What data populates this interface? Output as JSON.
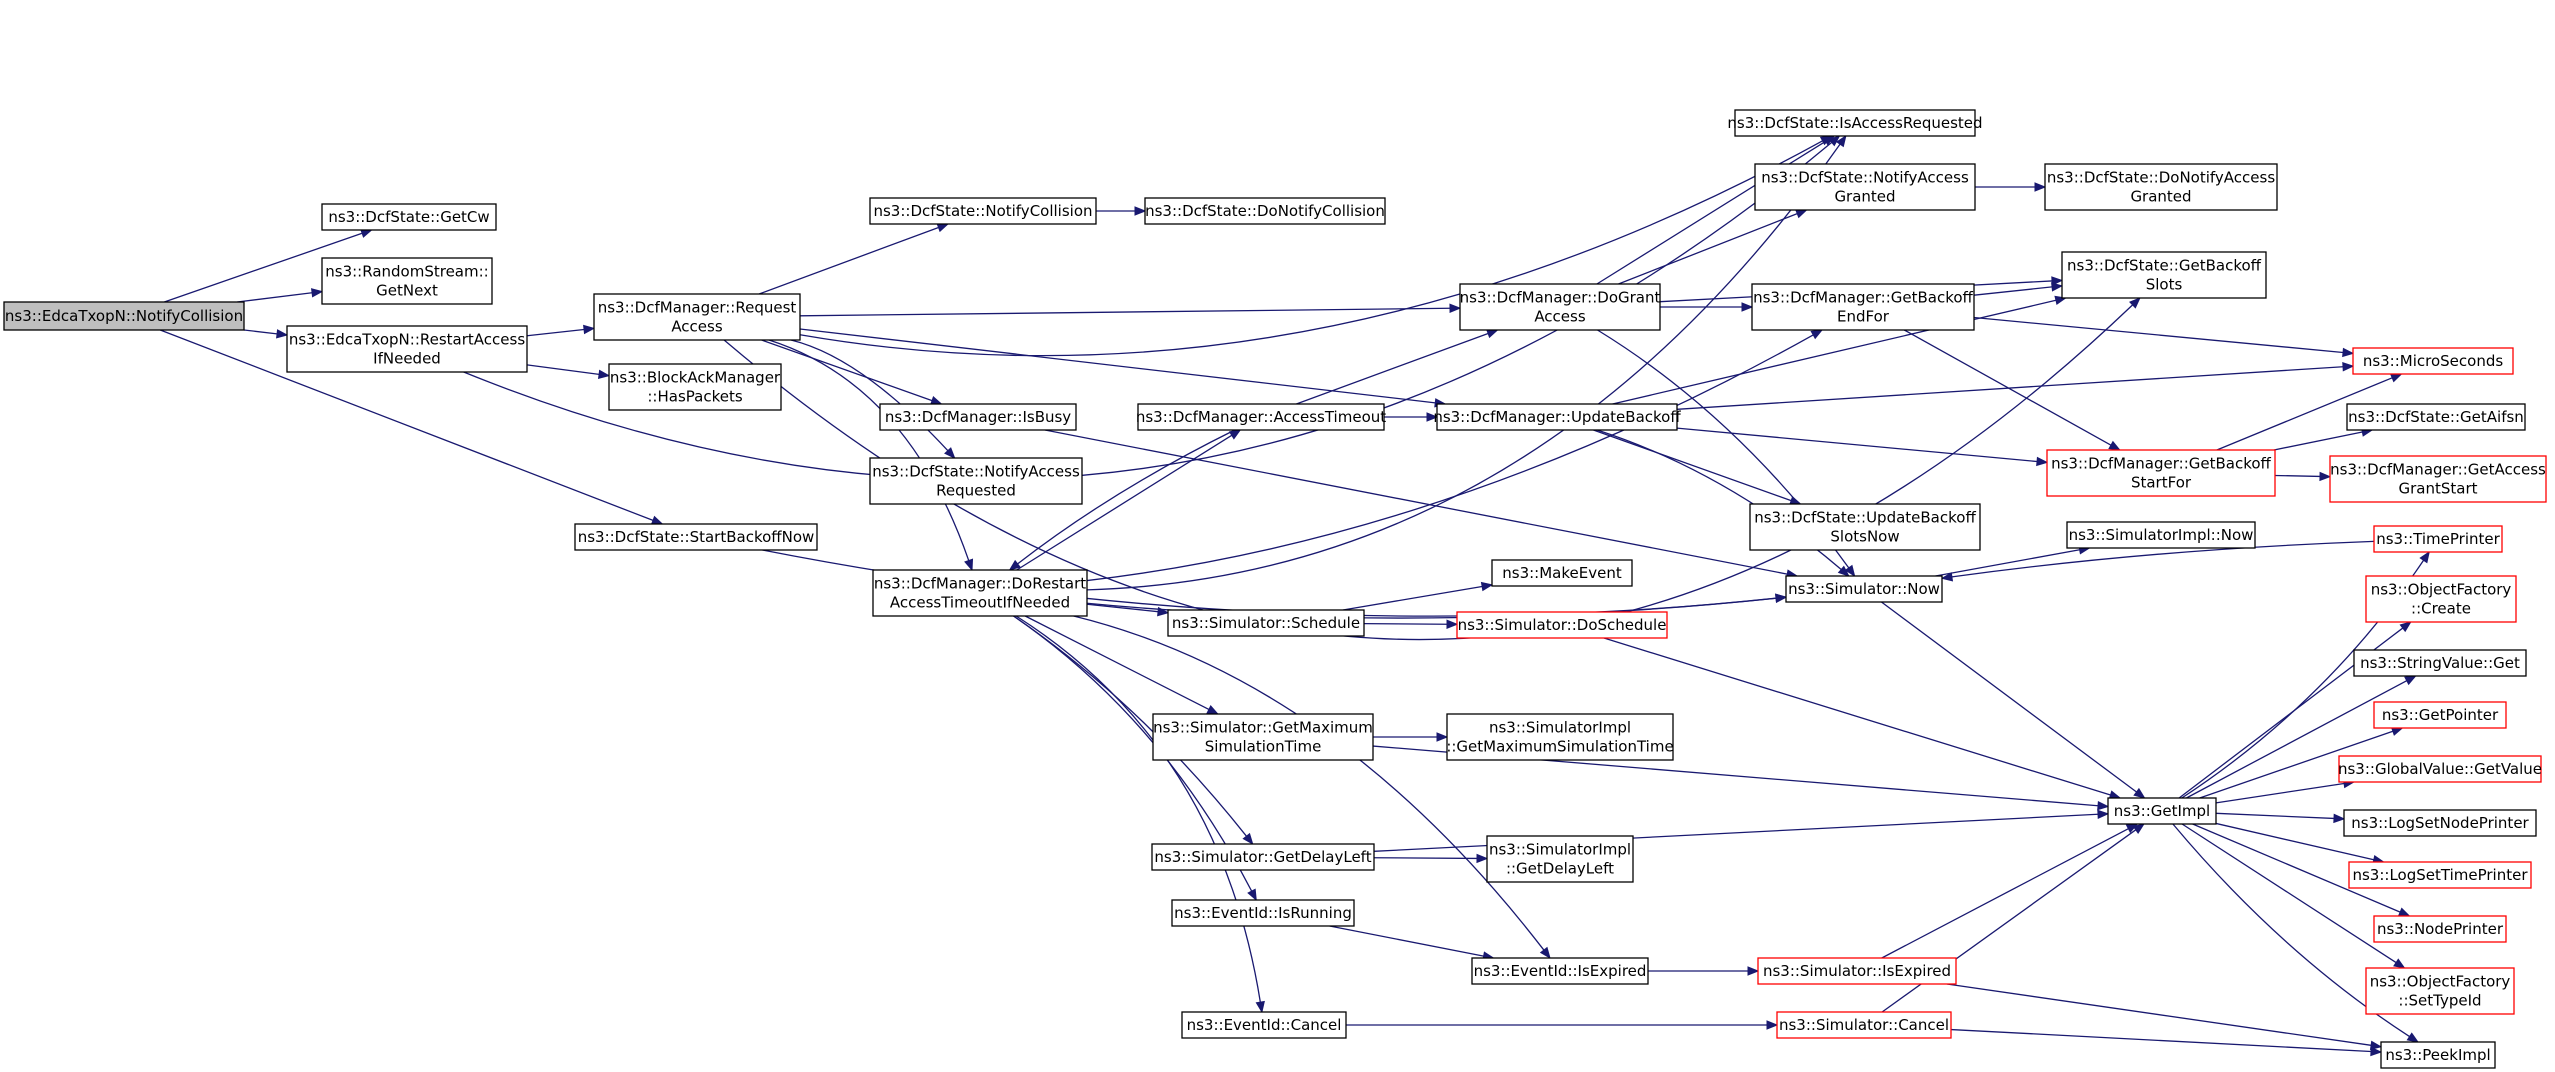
{
  "diagram": {
    "type": "call-graph",
    "colors": {
      "edge": "#191970",
      "root_fill": "#bfbfbf",
      "border": "#000000",
      "external_border": "#ff0000"
    },
    "nodes": [
      {
        "id": "root",
        "lines": [
          "ns3::EdcaTxopN::NotifyCollision"
        ],
        "root": true
      },
      {
        "id": "getcw",
        "lines": [
          "ns3::DcfState::GetCw"
        ]
      },
      {
        "id": "rsgetnext",
        "lines": [
          "ns3::RandomStream::",
          "GetNext"
        ]
      },
      {
        "id": "restart",
        "lines": [
          "ns3::EdcaTxopN::RestartAccess",
          "IfNeeded"
        ]
      },
      {
        "id": "startbackoff",
        "lines": [
          "ns3::DcfState::StartBackoffNow"
        ]
      },
      {
        "id": "request",
        "lines": [
          "ns3::DcfManager::Request",
          "Access"
        ]
      },
      {
        "id": "bahas",
        "lines": [
          "ns3::BlockAckManager",
          "::HasPackets"
        ]
      },
      {
        "id": "notifycoll",
        "lines": [
          "ns3::DcfState::NotifyCollision"
        ]
      },
      {
        "id": "donotifycoll",
        "lines": [
          "ns3::DcfState::DoNotifyCollision"
        ]
      },
      {
        "id": "isbusy",
        "lines": [
          "ns3::DcfManager::IsBusy"
        ]
      },
      {
        "id": "notifyreq",
        "lines": [
          "ns3::DcfState::NotifyAccess",
          "Requested"
        ]
      },
      {
        "id": "dorestart",
        "lines": [
          "ns3::DcfManager::DoRestart",
          "AccessTimeoutIfNeeded"
        ]
      },
      {
        "id": "accesstimeout",
        "lines": [
          "ns3::DcfManager::AccessTimeout"
        ]
      },
      {
        "id": "dogrant",
        "lines": [
          "ns3::DcfManager::DoGrant",
          "Access"
        ]
      },
      {
        "id": "updatebackoff",
        "lines": [
          "ns3::DcfManager::UpdateBackoff"
        ]
      },
      {
        "id": "isaccessreq",
        "lines": [
          "ns3::DcfState::IsAccessRequested"
        ]
      },
      {
        "id": "notifygranted",
        "lines": [
          "ns3::DcfState::NotifyAccess",
          "Granted"
        ]
      },
      {
        "id": "donotifygranted",
        "lines": [
          "ns3::DcfState::DoNotifyAccess",
          "Granted"
        ]
      },
      {
        "id": "getbackoffslots",
        "lines": [
          "ns3::DcfState::GetBackoff",
          "Slots"
        ]
      },
      {
        "id": "getbackoffend",
        "lines": [
          "ns3::DcfManager::GetBackoff",
          "EndFor"
        ]
      },
      {
        "id": "microseconds",
        "lines": [
          "ns3::MicroSeconds"
        ],
        "red": true
      },
      {
        "id": "getaifsn",
        "lines": [
          "ns3::DcfState::GetAifsn"
        ]
      },
      {
        "id": "getbackoffstart",
        "lines": [
          "ns3::DcfManager::GetBackoff",
          "StartFor"
        ],
        "red": true
      },
      {
        "id": "getaccessgrant",
        "lines": [
          "ns3::DcfManager::GetAccess",
          "GrantStart"
        ],
        "red": true
      },
      {
        "id": "updatebackoffslots",
        "lines": [
          "ns3::DcfState::UpdateBackoff",
          "SlotsNow"
        ]
      },
      {
        "id": "simnow",
        "lines": [
          "ns3::Simulator::Now"
        ]
      },
      {
        "id": "simimplnow",
        "lines": [
          "ns3::SimulatorImpl::Now"
        ]
      },
      {
        "id": "makeevent",
        "lines": [
          "ns3::MakeEvent"
        ]
      },
      {
        "id": "schedule",
        "lines": [
          "ns3::Simulator::Schedule"
        ]
      },
      {
        "id": "doschedule",
        "lines": [
          "ns3::Simulator::DoSchedule"
        ],
        "red": true
      },
      {
        "id": "getmaxsim",
        "lines": [
          "ns3::Simulator::GetMaximum",
          "SimulationTime"
        ]
      },
      {
        "id": "implgetmax",
        "lines": [
          "ns3::SimulatorImpl",
          "::GetMaximumSimulationTime"
        ]
      },
      {
        "id": "getdelayleft",
        "lines": [
          "ns3::Simulator::GetDelayLeft"
        ]
      },
      {
        "id": "implgetdelay",
        "lines": [
          "ns3::SimulatorImpl",
          "::GetDelayLeft"
        ]
      },
      {
        "id": "isrunning",
        "lines": [
          "ns3::EventId::IsRunning"
        ]
      },
      {
        "id": "isexpired",
        "lines": [
          "ns3::EventId::IsExpired"
        ]
      },
      {
        "id": "simisexpired",
        "lines": [
          "ns3::Simulator::IsExpired"
        ],
        "red": true
      },
      {
        "id": "cancel",
        "lines": [
          "ns3::EventId::Cancel"
        ]
      },
      {
        "id": "simcancel",
        "lines": [
          "ns3::Simulator::Cancel"
        ],
        "red": true
      },
      {
        "id": "getimpl",
        "lines": [
          "ns3::GetImpl"
        ]
      },
      {
        "id": "timeprinter",
        "lines": [
          "ns3::TimePrinter"
        ],
        "red": true
      },
      {
        "id": "ofcreate",
        "lines": [
          "ns3::ObjectFactory",
          "::Create"
        ],
        "red": true
      },
      {
        "id": "stringget",
        "lines": [
          "ns3::StringValue::Get"
        ]
      },
      {
        "id": "getpointer",
        "lines": [
          "ns3::GetPointer"
        ],
        "red": true
      },
      {
        "id": "gvget",
        "lines": [
          "ns3::GlobalValue::GetValue"
        ],
        "red": true
      },
      {
        "id": "lognode",
        "lines": [
          "ns3::LogSetNodePrinter"
        ]
      },
      {
        "id": "logtime",
        "lines": [
          "ns3::LogSetTimePrinter"
        ],
        "red": true
      },
      {
        "id": "nodeprinter",
        "lines": [
          "ns3::NodePrinter"
        ],
        "red": true
      },
      {
        "id": "ofsettype",
        "lines": [
          "ns3::ObjectFactory",
          "::SetTypeId"
        ],
        "red": true
      },
      {
        "id": "peekimpl",
        "lines": [
          "ns3::PeekImpl"
        ]
      }
    ],
    "edges": [
      [
        "root",
        "getcw"
      ],
      [
        "root",
        "rsgetnext"
      ],
      [
        "root",
        "restart"
      ],
      [
        "root",
        "startbackoff"
      ],
      [
        "restart",
        "isaccessreq"
      ],
      [
        "restart",
        "request"
      ],
      [
        "restart",
        "bahas"
      ],
      [
        "request",
        "isaccessreq"
      ],
      [
        "request",
        "notifycoll"
      ],
      [
        "request",
        "dogrant"
      ],
      [
        "request",
        "isbusy"
      ],
      [
        "request",
        "notifyreq"
      ],
      [
        "request",
        "dorestart"
      ],
      [
        "request",
        "updatebackoff"
      ],
      [
        "request",
        "getbackoffslots"
      ],
      [
        "notifycoll",
        "donotifycoll"
      ],
      [
        "startbackoff",
        "simnow"
      ],
      [
        "isbusy",
        "simnow"
      ],
      [
        "dorestart",
        "getbackoffend"
      ],
      [
        "dorestart",
        "accesstimeout"
      ],
      [
        "dorestart",
        "simnow"
      ],
      [
        "dorestart",
        "isaccessreq"
      ],
      [
        "dorestart",
        "schedule"
      ],
      [
        "dorestart",
        "getmaxsim"
      ],
      [
        "dorestart",
        "getdelayleft"
      ],
      [
        "dorestart",
        "isrunning"
      ],
      [
        "dorestart",
        "isexpired"
      ],
      [
        "dorestart",
        "cancel"
      ],
      [
        "accesstimeout",
        "dorestart"
      ],
      [
        "accesstimeout",
        "dogrant"
      ],
      [
        "accesstimeout",
        "updatebackoff"
      ],
      [
        "dogrant",
        "isaccessreq"
      ],
      [
        "dogrant",
        "notifygranted"
      ],
      [
        "dogrant",
        "getbackoffslots"
      ],
      [
        "dogrant",
        "getbackoffend"
      ],
      [
        "dogrant",
        "simnow"
      ],
      [
        "notifygranted",
        "donotifygranted"
      ],
      [
        "getbackoffend",
        "getbackoffslots"
      ],
      [
        "getbackoffend",
        "microseconds"
      ],
      [
        "getbackoffend",
        "getbackoffstart"
      ],
      [
        "updatebackoff",
        "getbackoffslots"
      ],
      [
        "updatebackoff",
        "microseconds"
      ],
      [
        "updatebackoff",
        "getbackoffstart"
      ],
      [
        "updatebackoff",
        "updatebackoffslots"
      ],
      [
        "updatebackoff",
        "simnow"
      ],
      [
        "getbackoffstart",
        "microseconds"
      ],
      [
        "getbackoffstart",
        "getaifsn"
      ],
      [
        "getbackoffstart",
        "getaccessgrant"
      ],
      [
        "simnow",
        "simimplnow"
      ],
      [
        "simnow",
        "getimpl"
      ],
      [
        "schedule",
        "makeevent"
      ],
      [
        "schedule",
        "doschedule"
      ],
      [
        "doschedule",
        "getimpl"
      ],
      [
        "getmaxsim",
        "implgetmax"
      ],
      [
        "getmaxsim",
        "getimpl"
      ],
      [
        "getdelayleft",
        "implgetdelay"
      ],
      [
        "getdelayleft",
        "getimpl"
      ],
      [
        "isrunning",
        "isexpired"
      ],
      [
        "isexpired",
        "simisexpired"
      ],
      [
        "simisexpired",
        "getimpl"
      ],
      [
        "simisexpired",
        "peekimpl"
      ],
      [
        "cancel",
        "simcancel"
      ],
      [
        "simcancel",
        "getimpl"
      ],
      [
        "simcancel",
        "peekimpl"
      ],
      [
        "getimpl",
        "timeprinter"
      ],
      [
        "getimpl",
        "ofcreate"
      ],
      [
        "getimpl",
        "stringget"
      ],
      [
        "getimpl",
        "getpointer"
      ],
      [
        "getimpl",
        "gvget"
      ],
      [
        "getimpl",
        "lognode"
      ],
      [
        "getimpl",
        "logtime"
      ],
      [
        "getimpl",
        "nodeprinter"
      ],
      [
        "getimpl",
        "ofsettype"
      ],
      [
        "getimpl",
        "peekimpl"
      ],
      [
        "timeprinter",
        "simnow"
      ]
    ]
  }
}
